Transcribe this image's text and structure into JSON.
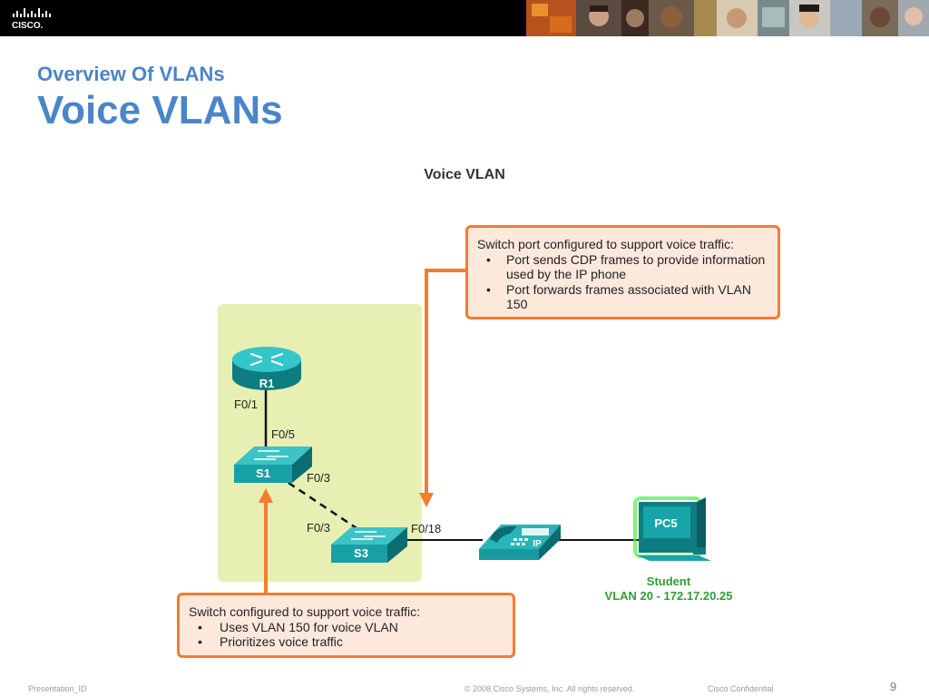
{
  "header": {
    "logo_text": "CISCO.",
    "supertitle": "Overview Of VLANs",
    "title": "Voice VLANs"
  },
  "diagram": {
    "caption": "Voice VLAN",
    "devices": {
      "router": "R1",
      "switch1": "S1",
      "switch3": "S3",
      "phone": "IP",
      "pc": "PC5"
    },
    "ports": {
      "r1_f0_1": "F0/1",
      "s1_f0_5": "F0/5",
      "s1_f0_3": "F0/3",
      "s3_f0_3": "F0/3",
      "s3_f0_18": "F0/18"
    },
    "student": {
      "name": "Student",
      "vlan": "VLAN 20 - 172.17.20.25"
    },
    "callout_top": {
      "heading": "Switch port configured to support voice traffic:",
      "items": [
        "Port sends CDP frames to provide information used by the IP phone",
        "Port forwards frames associated with VLAN 150"
      ]
    },
    "callout_bottom": {
      "heading": "Switch configured to support voice traffic:",
      "items": [
        "Uses VLAN 150 for voice VLAN",
        "Prioritizes voice traffic"
      ]
    },
    "colors": {
      "teal": "#1aa3a8",
      "zone": "#e7efb3",
      "orange": "#f47c30",
      "callout_bg": "#fde8dc",
      "student_green": "#2f9e35",
      "title_blue": "#4a86c7"
    }
  },
  "footer": {
    "presentation_id": "Presentation_ID",
    "copyright": "© 2008 Cisco Systems, Inc. All rights reserved.",
    "confidential": "Cisco Confidential",
    "page_number": "9"
  }
}
